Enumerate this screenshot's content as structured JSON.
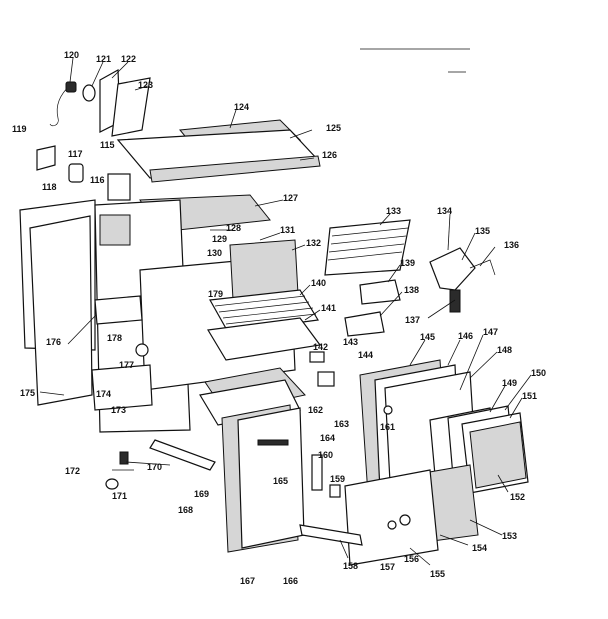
{
  "diagram": {
    "callouts": [
      {
        "id": "c120",
        "label": "120"
      },
      {
        "id": "c121",
        "label": "121"
      },
      {
        "id": "c122",
        "label": "122"
      },
      {
        "id": "c123",
        "label": "123"
      },
      {
        "id": "c124",
        "label": "124"
      },
      {
        "id": "c125",
        "label": "125"
      },
      {
        "id": "c126",
        "label": "126"
      },
      {
        "id": "c119",
        "label": "119"
      },
      {
        "id": "c117",
        "label": "117"
      },
      {
        "id": "c115",
        "label": "115"
      },
      {
        "id": "c116",
        "label": "116"
      },
      {
        "id": "c118",
        "label": "118"
      },
      {
        "id": "c127",
        "label": "127"
      },
      {
        "id": "c128",
        "label": "128"
      },
      {
        "id": "c129",
        "label": "129"
      },
      {
        "id": "c130",
        "label": "130"
      },
      {
        "id": "c131",
        "label": "131"
      },
      {
        "id": "c132",
        "label": "132"
      },
      {
        "id": "c133",
        "label": "133"
      },
      {
        "id": "c134",
        "label": "134"
      },
      {
        "id": "c135",
        "label": "135"
      },
      {
        "id": "c136",
        "label": "136"
      },
      {
        "id": "c139",
        "label": "139"
      },
      {
        "id": "c138",
        "label": "138"
      },
      {
        "id": "c137",
        "label": "137"
      },
      {
        "id": "c179",
        "label": "179"
      },
      {
        "id": "c140",
        "label": "140"
      },
      {
        "id": "c141",
        "label": "141"
      },
      {
        "id": "c143",
        "label": "143"
      },
      {
        "id": "c142",
        "label": "142"
      },
      {
        "id": "c144",
        "label": "144"
      },
      {
        "id": "c145",
        "label": "145"
      },
      {
        "id": "c146",
        "label": "146"
      },
      {
        "id": "c147",
        "label": "147"
      },
      {
        "id": "c148",
        "label": "148"
      },
      {
        "id": "c149",
        "label": "149"
      },
      {
        "id": "c150",
        "label": "150"
      },
      {
        "id": "c151",
        "label": "151"
      },
      {
        "id": "c176",
        "label": "176"
      },
      {
        "id": "c178",
        "label": "178"
      },
      {
        "id": "c177",
        "label": "177"
      },
      {
        "id": "c175",
        "label": "175"
      },
      {
        "id": "c174",
        "label": "174"
      },
      {
        "id": "c173",
        "label": "173"
      },
      {
        "id": "c162",
        "label": "162"
      },
      {
        "id": "c163",
        "label": "163"
      },
      {
        "id": "c161",
        "label": "161"
      },
      {
        "id": "c164",
        "label": "164"
      },
      {
        "id": "c160",
        "label": "160"
      },
      {
        "id": "c165",
        "label": "165"
      },
      {
        "id": "c170",
        "label": "170"
      },
      {
        "id": "c172",
        "label": "172"
      },
      {
        "id": "c171",
        "label": "171"
      },
      {
        "id": "c169",
        "label": "169"
      },
      {
        "id": "c168",
        "label": "168"
      },
      {
        "id": "c159",
        "label": "159"
      },
      {
        "id": "c152",
        "label": "152"
      },
      {
        "id": "c153",
        "label": "153"
      },
      {
        "id": "c154",
        "label": "154"
      },
      {
        "id": "c156",
        "label": "156"
      },
      {
        "id": "c157",
        "label": "157"
      },
      {
        "id": "c158",
        "label": "158"
      },
      {
        "id": "c155",
        "label": "155"
      },
      {
        "id": "c167",
        "label": "167"
      },
      {
        "id": "c166",
        "label": "166"
      }
    ]
  }
}
